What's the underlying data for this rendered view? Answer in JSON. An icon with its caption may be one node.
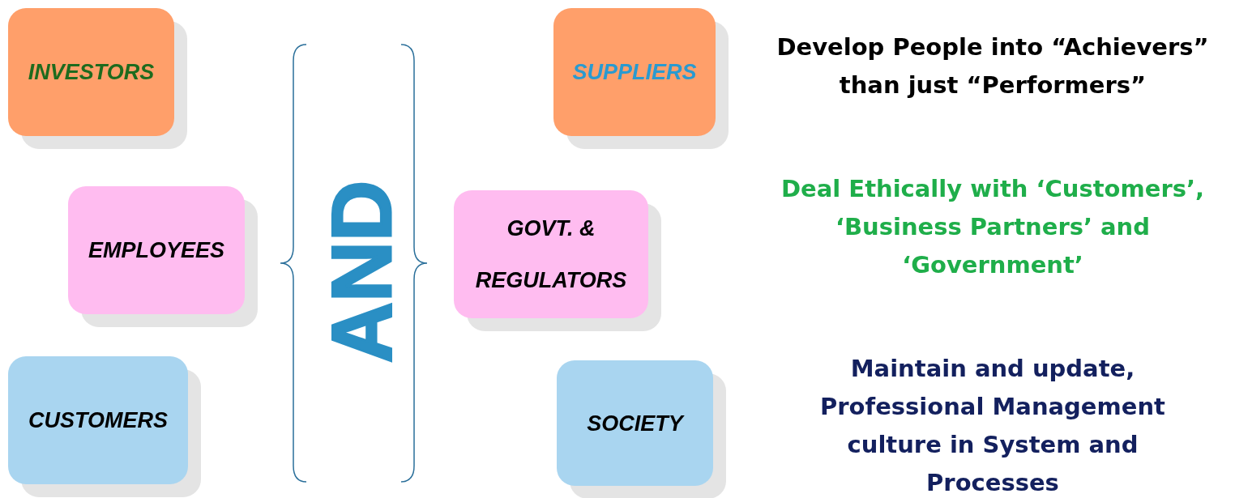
{
  "diagram": {
    "nodes": [
      {
        "text": [
          "INVESTORS"
        ]
      },
      {
        "text": [
          "EMPLOYEES"
        ]
      },
      {
        "text": [
          "CUSTOMERS"
        ]
      },
      {
        "text": [
          "SUPPLIERS"
        ]
      },
      {
        "text": [
          "GOVT.  & REGULATORS"
        ]
      },
      {
        "text": [
          "SOCIETY"
        ]
      }
    ],
    "edges": [],
    "labels": [
      "AND",
      "Develop People into “Achievers” than just “Performers”",
      "Deal Ethically with ‘Customers’, ‘Business Partners’ and ‘Government’",
      "Maintain and update, Professional Management culture in System and Processes"
    ]
  }
}
